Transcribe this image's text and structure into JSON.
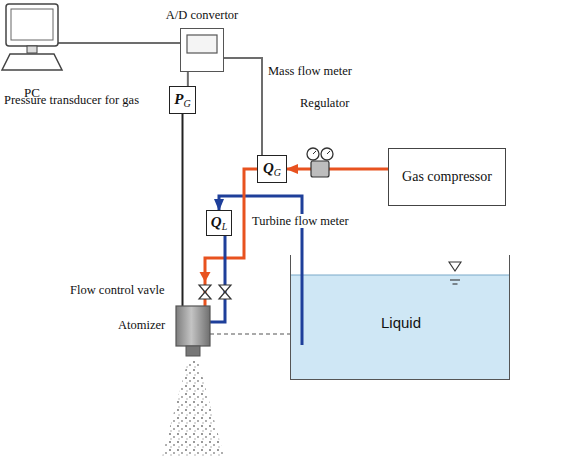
{
  "diagram": {
    "nodes": [
      {
        "text": [
          "PC"
        ]
      },
      {
        "text": [
          "A/D convertor"
        ]
      },
      {
        "text": [
          "P",
          "G"
        ]
      },
      {
        "text": [
          "Q",
          "G"
        ]
      },
      {
        "text": [
          "Gas compressor"
        ]
      },
      {
        "text": [
          "Q",
          "L"
        ]
      },
      {
        "text": [
          "Liquid"
        ]
      }
    ],
    "edges": [
      {
        "from": 0,
        "to": 1,
        "arrow": "none"
      },
      {
        "from": 1,
        "to": 2,
        "arrow": "none"
      },
      {
        "from": 1,
        "to": 3,
        "arrow": "none"
      },
      {
        "from": 4,
        "to": 3,
        "arrow": "to"
      },
      {
        "from": 6,
        "to": 5,
        "arrow": "to"
      }
    ],
    "labels": [
      "Mass flow meter",
      "Pressure transducer for gas",
      "Regulator",
      "Turbine flow meter",
      "Flow control vavle",
      "Atomizer"
    ]
  }
}
